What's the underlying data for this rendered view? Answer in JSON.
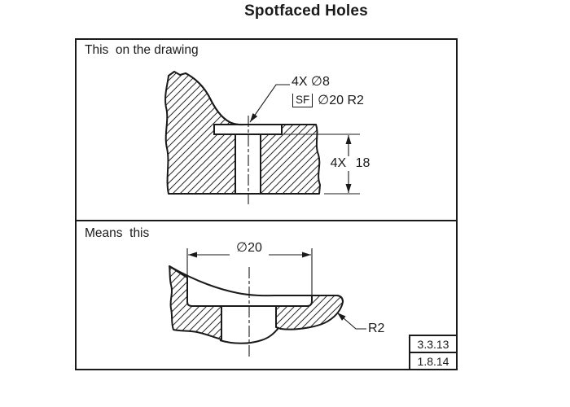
{
  "title": "Spotfaced Holes",
  "panel_top": {
    "label": "This  on the drawing",
    "callout": {
      "line1": "4X ∅8",
      "sf_symbol": "SF",
      "line2": "∅20 R2"
    },
    "depth_dimension": "4X 18"
  },
  "panel_bottom": {
    "label": "Means  this",
    "diameter_dimension": "∅20",
    "radius_callout": "R2"
  },
  "revision_block": {
    "rows": [
      "3.3.13",
      "1.8.14"
    ]
  },
  "colors": {
    "line": "#1a1a1a",
    "background": "#ffffff"
  }
}
